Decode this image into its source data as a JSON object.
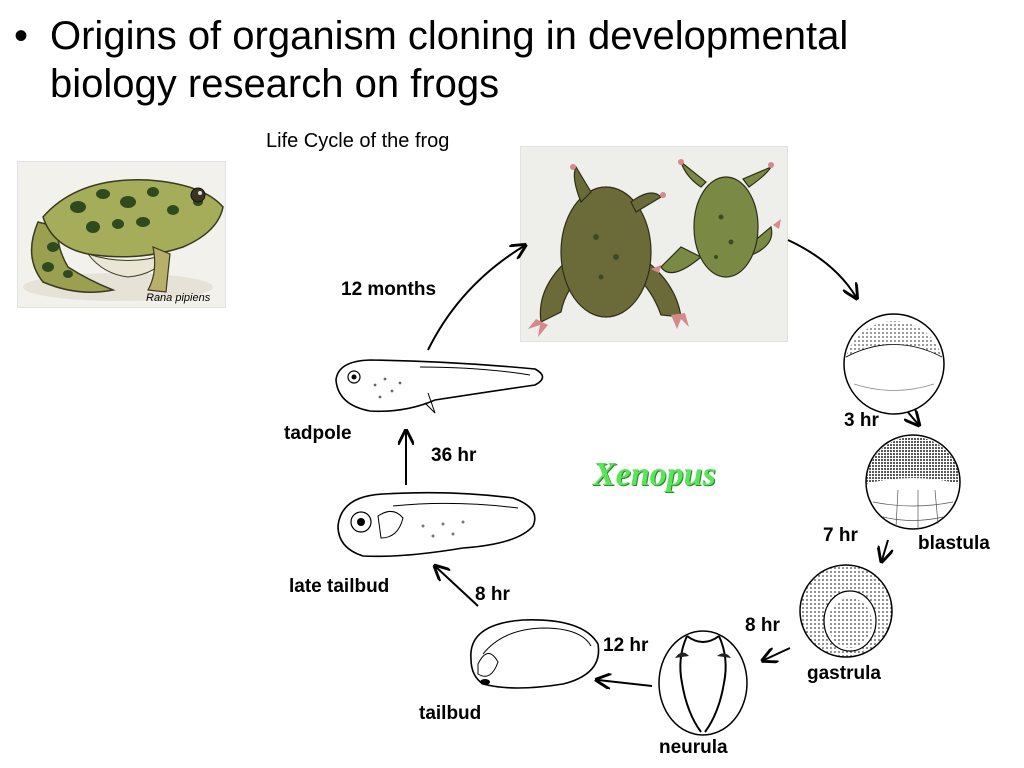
{
  "slide": {
    "bullet": "•",
    "title": "Origins of organism cloning in developmental biology research on frogs",
    "subtitle": "Life Cycle of the frog",
    "rana_caption": "Rana pipiens",
    "species": "Xenopus"
  },
  "diagram": {
    "stages": [
      "tadpole",
      "late tailbud",
      "tailbud",
      "neurula",
      "gastrula",
      "blastula"
    ],
    "durations": [
      "12 months",
      "36 hr",
      "8 hr",
      "12 hr",
      "8 hr",
      "7 hr",
      "3 hr"
    ]
  },
  "colors": {
    "species_green": "#5be35b",
    "frog_brown": "#6b6b3a",
    "frog_green": "#7a8a45"
  }
}
